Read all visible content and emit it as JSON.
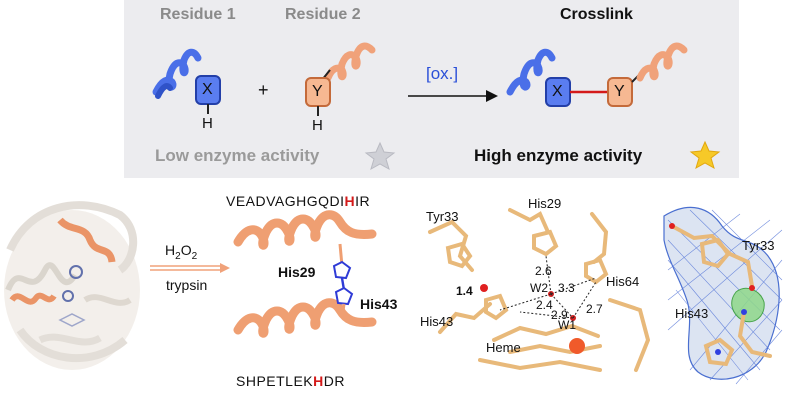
{
  "scheme": {
    "residue1_label": "Residue 1",
    "residue2_label": "Residue 2",
    "crosslink_label": "Crosslink",
    "residue1_letter": "X",
    "residue2_letter": "Y",
    "hydrogen": "H",
    "plus": "+",
    "oxidant": "[ox.]",
    "low_activity": "Low enzyme activity",
    "high_activity": "High enzyme activity",
    "colors": {
      "blue": "#4a6fe8",
      "orange": "#f0a27a",
      "red": "#d41a1a",
      "panel": "#ececef",
      "star_low": "#cfd0d6",
      "star_high": "#f6c928"
    }
  },
  "workflow": {
    "reagent_main": "H",
    "reagent_sub": "2",
    "reagent_main2": "O",
    "reagent_sub2": "2",
    "reagent2": "trypsin",
    "peptide1_pre": "VEADVAGHGQDI",
    "peptide1_his": "H",
    "peptide1_post": "IR",
    "peptide2_pre": "SHPETLEK",
    "peptide2_his": "H",
    "peptide2_post": "DR",
    "his29": "His29",
    "his43": "His43"
  },
  "structure": {
    "tyr33": "Tyr33",
    "his29": "His29",
    "his64": "His64",
    "his43": "His43",
    "heme": "Heme",
    "w1": "W1",
    "w2": "W2",
    "d_bond": "1.4",
    "d1": "2.6",
    "d2": "3.3",
    "d3": "2.4",
    "d4": "2.9",
    "d5": "2.7"
  },
  "density": {
    "tyr33": "Tyr33",
    "his43": "His43"
  }
}
